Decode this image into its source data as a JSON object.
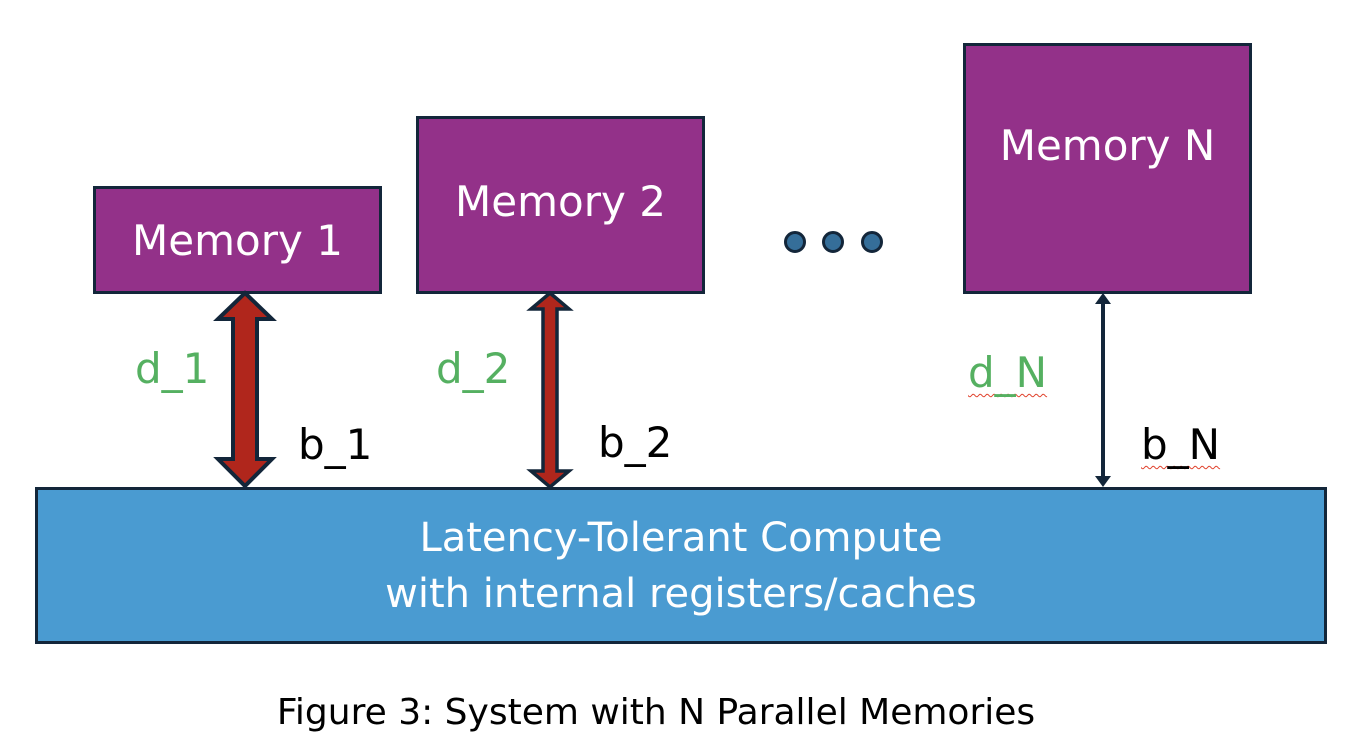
{
  "memories": [
    {
      "label": "Memory 1",
      "delay_label": "d_1",
      "bandwidth_label": "b_1"
    },
    {
      "label": "Memory 2",
      "delay_label": "d_2",
      "bandwidth_label": "b_2"
    },
    {
      "label": "Memory N",
      "delay_label": "d_N",
      "bandwidth_label": "b_N"
    }
  ],
  "ellipsis_dots": 3,
  "compute": {
    "line1": "Latency-Tolerant Compute",
    "line2": "with internal registers/caches"
  },
  "caption": "Figure 3: System with N Parallel Memories",
  "colors": {
    "memory_fill": "#933189",
    "compute_fill": "#4a9bd1",
    "arrow_fill": "#b0261c",
    "outline": "#13263a",
    "delay_label": "#55b061",
    "dot_fill": "#356e99"
  }
}
